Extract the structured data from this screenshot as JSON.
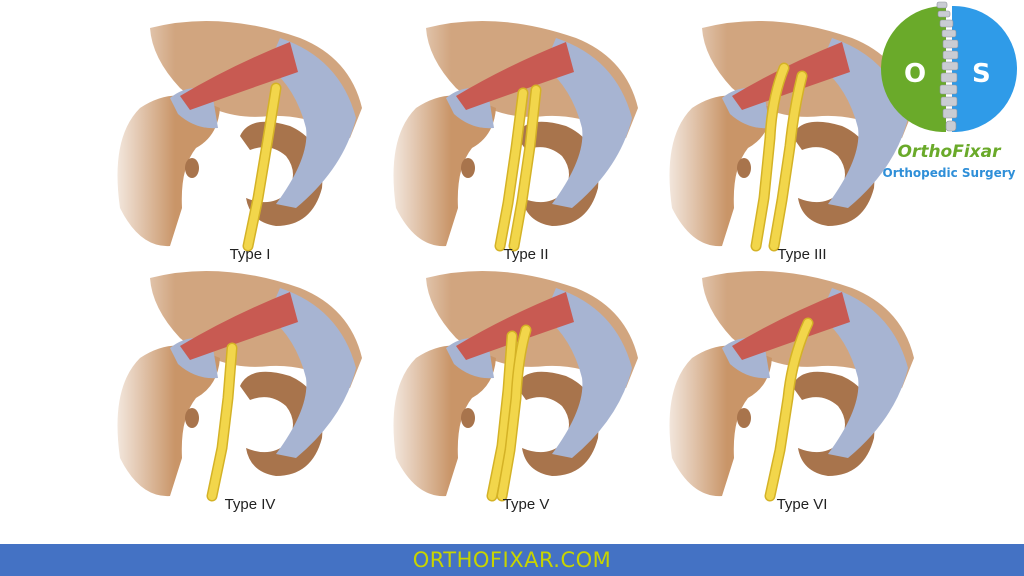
{
  "panels": [
    {
      "label": "Type I",
      "variant": 1
    },
    {
      "label": "Type II",
      "variant": 2
    },
    {
      "label": "Type III",
      "variant": 3
    },
    {
      "label": "Type IV",
      "variant": 4
    },
    {
      "label": "Type V",
      "variant": 5
    },
    {
      "label": "Type VI",
      "variant": 6
    }
  ],
  "logo": {
    "name": "OrthoFixar",
    "subtitle": "Orthopedic Surgery",
    "letters": [
      "O",
      "S"
    ],
    "colors": {
      "green": "#6aaa2a",
      "blue": "#2f9be8"
    }
  },
  "footer": {
    "text": "ORTHOFIXAR.COM"
  },
  "colors": {
    "bone": "#c99568",
    "bone_shadow": "#a8744c",
    "muscle": "#c85a52",
    "ligament": "#a7b4d2",
    "nerve": "#f2d64b",
    "footer_bg": "#4472c4",
    "footer_text": "#c8d400"
  }
}
